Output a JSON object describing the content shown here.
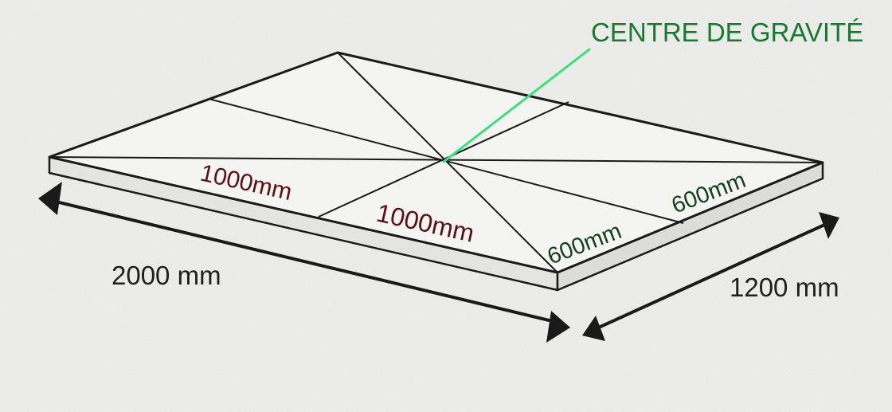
{
  "diagram": {
    "colors": {
      "background": "#f2f2f0",
      "lines": "#1a1a1a",
      "callout_line": "#3ee07a",
      "callout_text": "#177a2f",
      "label_red": "#5c0f15",
      "label_green": "#163f1e"
    },
    "callout": {
      "text": "CENTRE DE GRAVITÉ",
      "icon": "callout-line"
    },
    "labels": {
      "half_length_upper": "1000mm",
      "half_length_lower": "1000mm",
      "half_width_lower": "600mm",
      "half_width_upper": "600mm"
    },
    "dimensions": {
      "length": "2000 mm",
      "width": "1200 mm"
    }
  }
}
